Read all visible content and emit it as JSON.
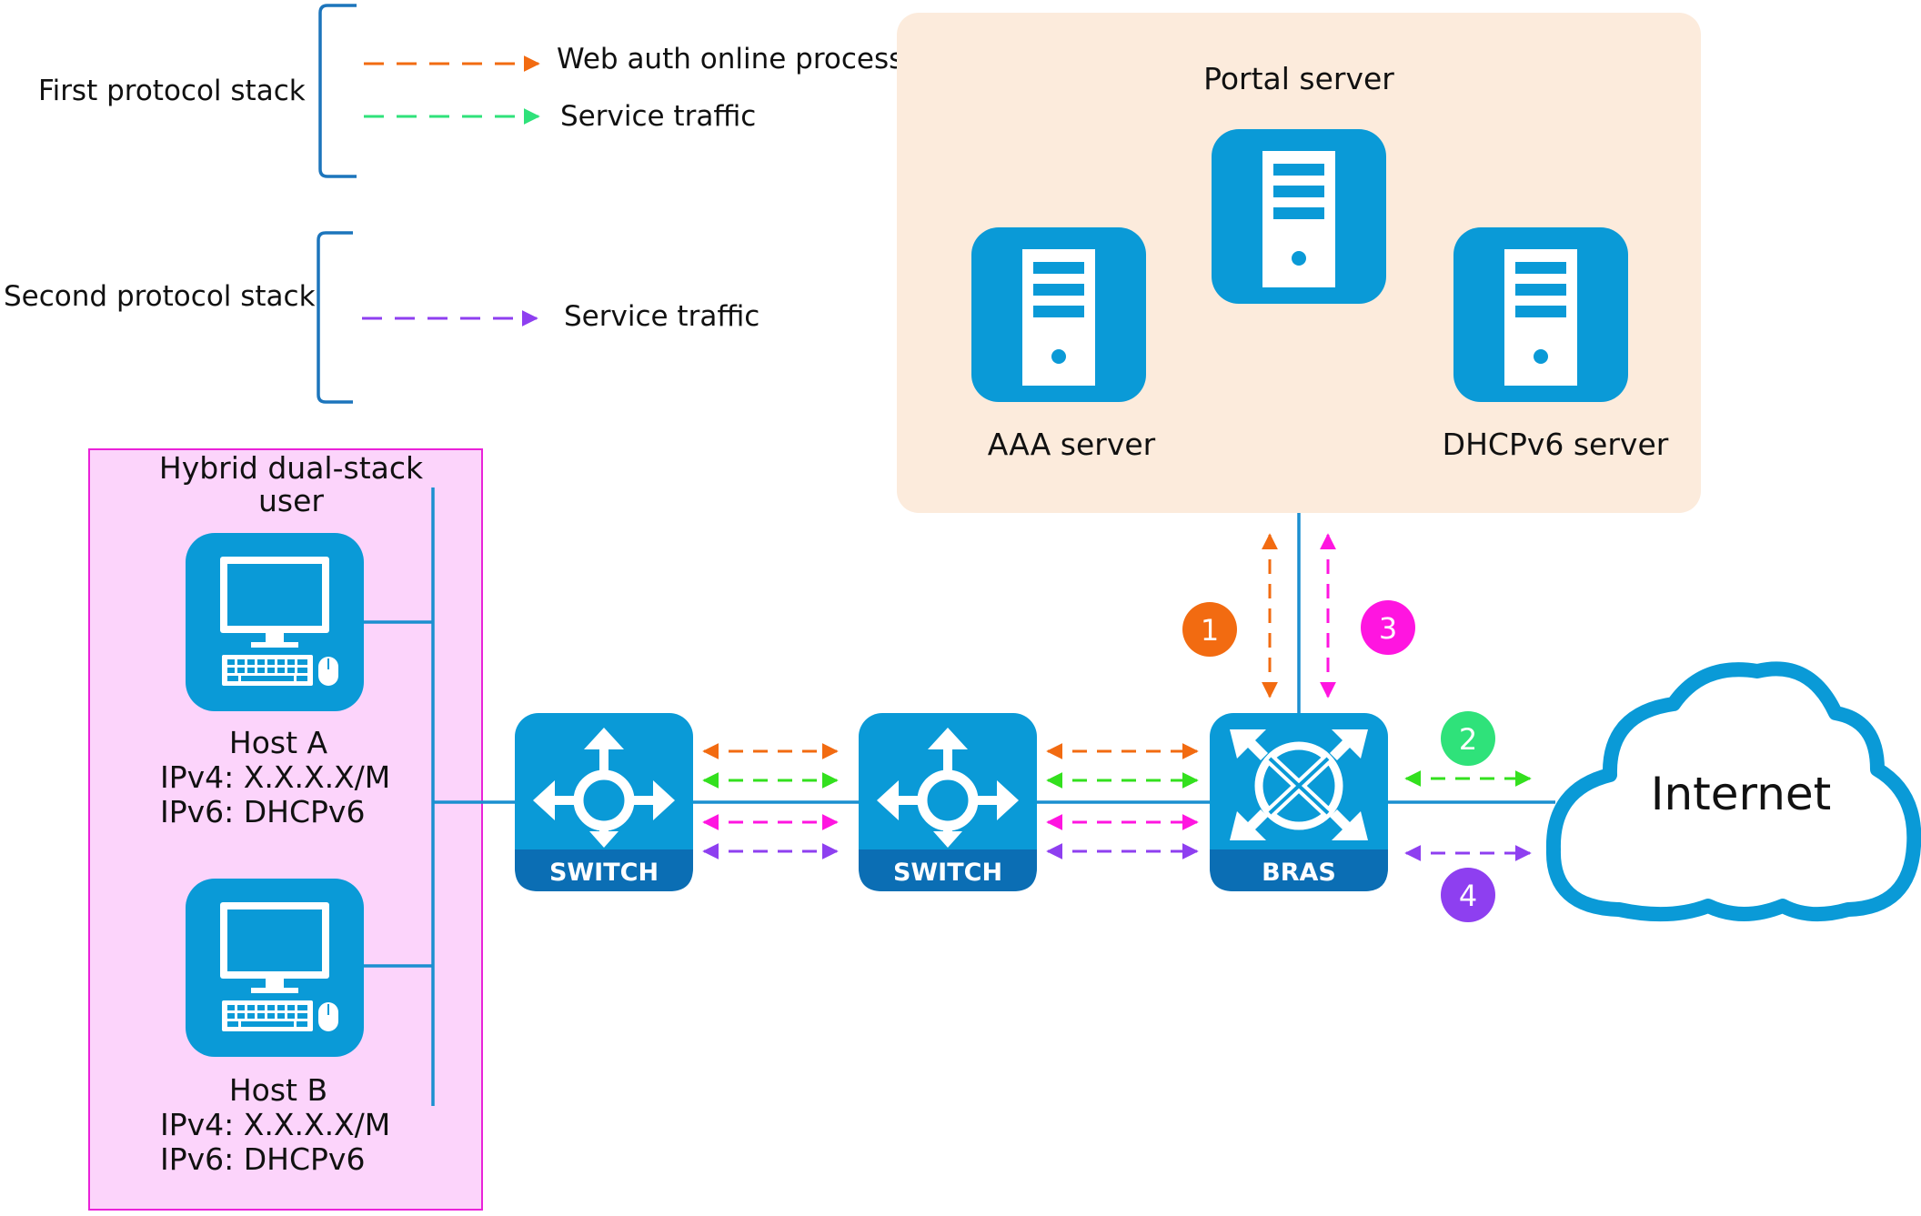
{
  "legend": {
    "first_stack": {
      "title": "First protocol stack",
      "items": [
        {
          "label": "Web auth online process",
          "color": "#f26b11"
        },
        {
          "label": "Service traffic",
          "color": "#2fe27a"
        }
      ]
    },
    "second_stack": {
      "title": "Second protocol stack",
      "items": [
        {
          "label": "Service traffic",
          "color": "#8e3ff0"
        }
      ]
    }
  },
  "user_group": {
    "title_line1": "Hybrid dual-stack",
    "title_line2": "user",
    "hosts": [
      {
        "name": "Host A",
        "ipv4": "IPv4: X.X.X.X/M",
        "ipv6": "IPv6: DHCPv6"
      },
      {
        "name": "Host B",
        "ipv4": "IPv4: X.X.X.X/M",
        "ipv6": "IPv6: DHCPv6"
      }
    ]
  },
  "servers": {
    "portal": "Portal server",
    "aaa": "AAA server",
    "dhcpv6": "DHCPv6 server"
  },
  "devices": {
    "switch1": "SWITCH",
    "switch2": "SWITCH",
    "bras": "BRAS"
  },
  "internet": "Internet",
  "steps": [
    {
      "num": "1",
      "color": "#f26b11"
    },
    {
      "num": "2",
      "color": "#2fe27a"
    },
    {
      "num": "3",
      "color": "#ff15e0"
    },
    {
      "num": "4",
      "color": "#8e3ff0"
    }
  ],
  "colors": {
    "device_blue": "#0a9ad7",
    "line_blue": "#1b8fd0",
    "server_panel": "#fcebdc",
    "user_panel": "#fcd4fb",
    "user_border": "#ea22d9",
    "orange": "#f26b11",
    "green": "#33e01e",
    "magenta": "#ff15e0",
    "purple": "#8e3ff0"
  }
}
